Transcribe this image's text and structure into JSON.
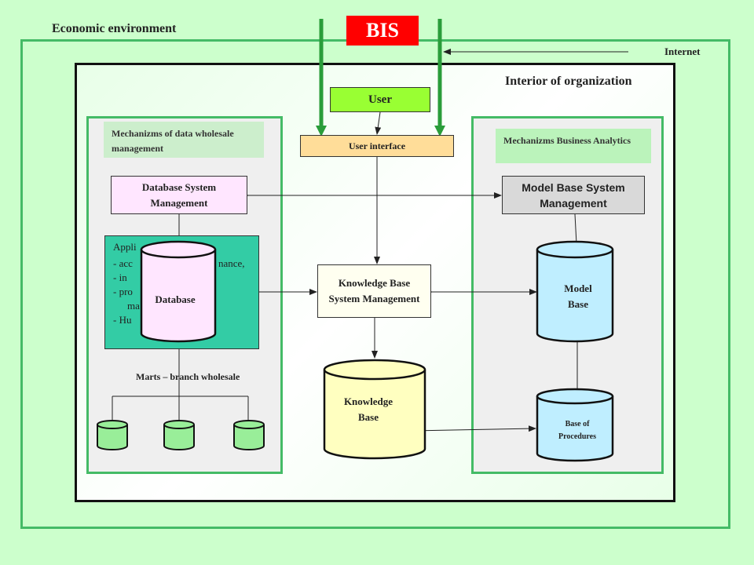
{
  "labels": {
    "economic_env": "Economic environment",
    "bis": "BIS",
    "internet": "Internet",
    "interior": "Interior of organization",
    "user": "User",
    "user_interface": "User interface",
    "mech_data": "Mechanizms of data wholesale management",
    "mech_ba": "Mechanizms Business Analytics",
    "dbsm": "Database System Management",
    "mbsm": "Model Base System Management",
    "kbsm": "Knowledge Base System Management",
    "database": "Database",
    "model_base": "Model Base",
    "knowledge_base": "Knowledge Base",
    "base_procedures": "Base of Procedures",
    "marts": "Marts – branch wholesale"
  },
  "applications": {
    "head": "Appli",
    "lines": [
      "- acc",
      "- in",
      "- pro",
      "ma",
      "- Hu"
    ],
    "tail_1": "nance,"
  },
  "colors": {
    "background": "#ccffcc",
    "bis_red": "#ff0000",
    "user_green": "#99ff33",
    "ui_orange": "#ffdd99",
    "applications_teal": "#33cca5",
    "database_pink": "#ffe6ff",
    "model_blue": "#bfeeff",
    "knowledge_yellow": "#ffffc0",
    "panel_grey": "#efefef",
    "note_green": "#ccffcc"
  }
}
